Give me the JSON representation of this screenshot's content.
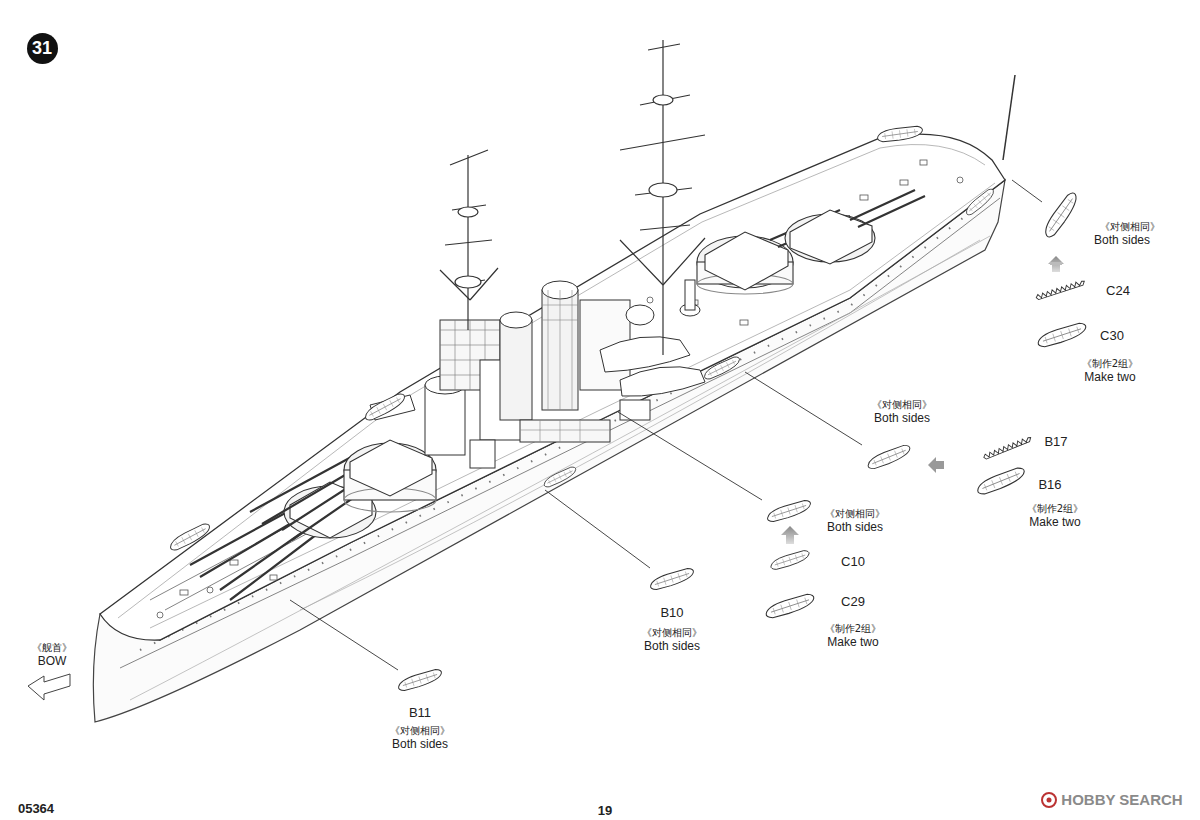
{
  "diagram": {
    "nodes": [
      {
        "text": [
          "31"
        ]
      }
    ],
    "labels": [
      "《对侧相同》",
      "Both sides",
      "C24",
      "C30",
      "《制作2组》",
      "Make two",
      "《对侧相同》",
      "Both sides",
      "B17",
      "B16",
      "《制作2组》",
      "Make two",
      "《对侧相同》",
      "Both sides",
      "C10",
      "C29",
      "《制作2组》",
      "Make two",
      "B10",
      "《对侧相同》",
      "Both sides",
      "B11",
      "《对侧相同》",
      "Both sides",
      "《舰首》",
      "BOW",
      "05364",
      "19",
      "HOBBY SEARCH"
    ]
  }
}
